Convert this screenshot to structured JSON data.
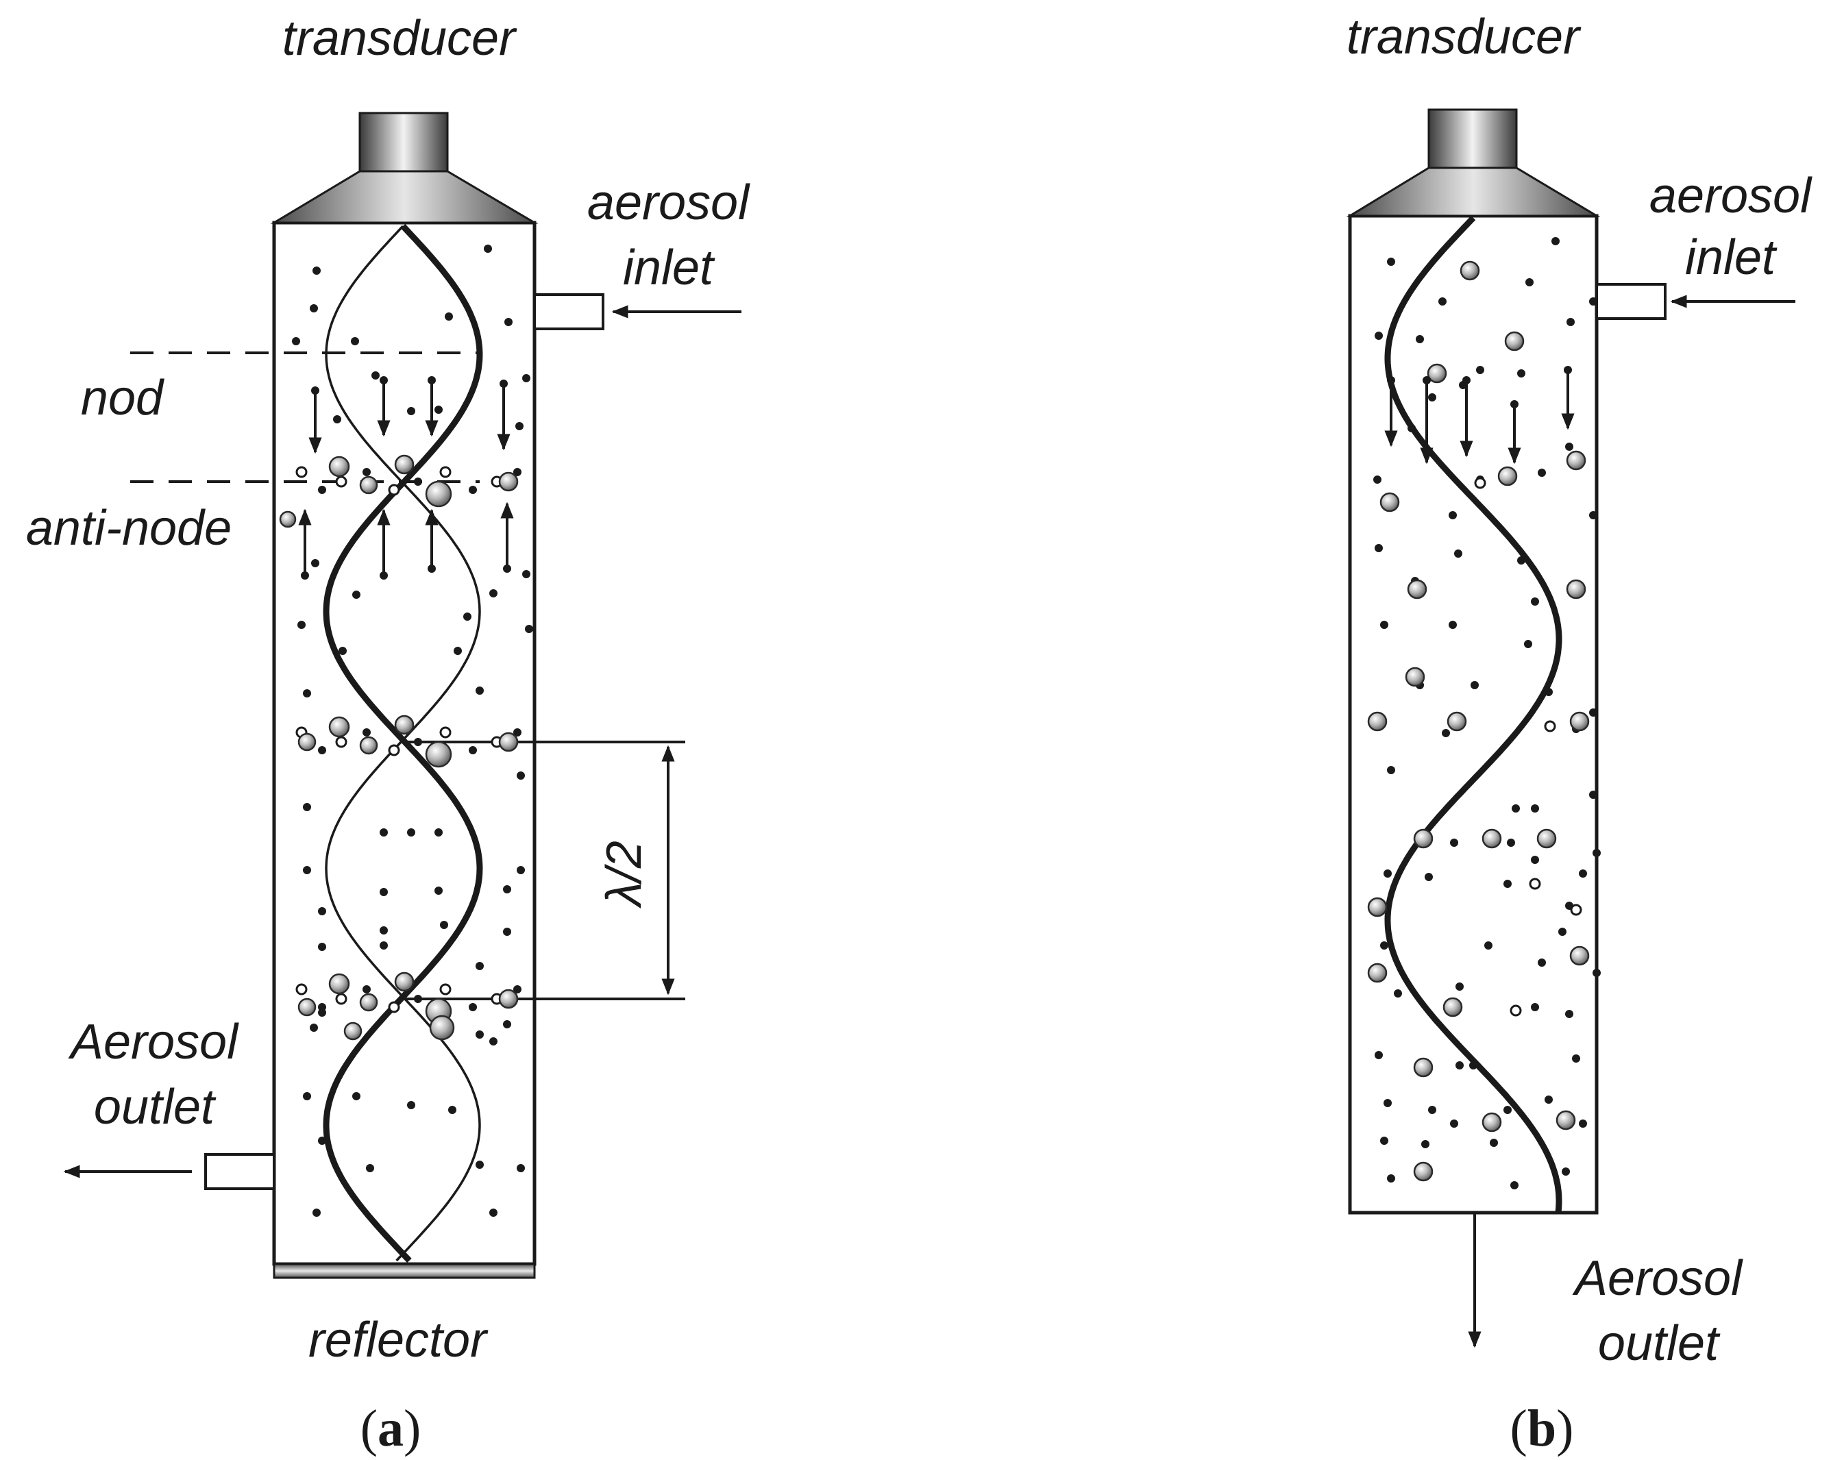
{
  "panel_a": {
    "transducer": "transducer",
    "aerosol_inlet_line1": "aerosol",
    "aerosol_inlet_line2": "inlet",
    "nod": "nod",
    "anti_node": "anti-node",
    "lambda": "λ/2",
    "aerosol_outlet_line1": "Aerosol",
    "aerosol_outlet_line2": "outlet",
    "reflector": "reflector",
    "caption_open": "(",
    "caption_letter": "a",
    "caption_close": ")"
  },
  "panel_b": {
    "transducer": "transducer",
    "aerosol_inlet_line1": "aerosol",
    "aerosol_inlet_line2": "inlet",
    "aerosol_outlet_line1": "Aerosol",
    "aerosol_outlet_line2": "outlet",
    "caption_open": "(",
    "caption_letter": "b",
    "caption_close": ")"
  }
}
